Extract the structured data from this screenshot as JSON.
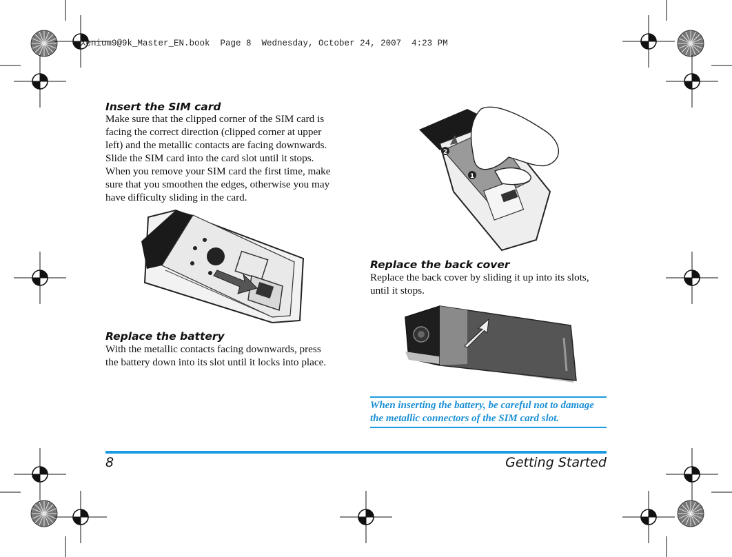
{
  "header_line": "Xenium9@9k_Master_EN.book  Page 8  Wednesday, October 24, 2007  4:23 PM",
  "left": {
    "sim_heading": "Insert the SIM card",
    "sim_lines": [
      "Make sure that the clipped corner of the SIM card is",
      "facing the correct direction (clipped corner at upper",
      "left) and the metallic contacts are facing downwards.",
      "Slide the SIM card into the card slot until it stops.",
      "When you remove your SIM card the first time, make",
      "sure that you smoothen the edges, otherwise you may",
      "have difficulty sliding in the card."
    ],
    "battery_heading": "Replace the battery",
    "battery_lines": [
      "With the metallic contacts facing downwards, press",
      "the battery down into its slot until it locks into place."
    ]
  },
  "right": {
    "step_labels": [
      "2",
      "1"
    ],
    "cover_heading": "Replace the back cover",
    "cover_lines": [
      "Replace the back cover by sliding it up into its slots,",
      "until it stops."
    ],
    "note_lines": [
      "When inserting the battery, be careful not to damage",
      "the metallic connectors of the SIM card slot."
    ]
  },
  "footer": {
    "page_number": "8",
    "section_title": "Getting Started"
  },
  "colors": {
    "accent_blue": "#1a9ae0",
    "text": "#111111"
  }
}
